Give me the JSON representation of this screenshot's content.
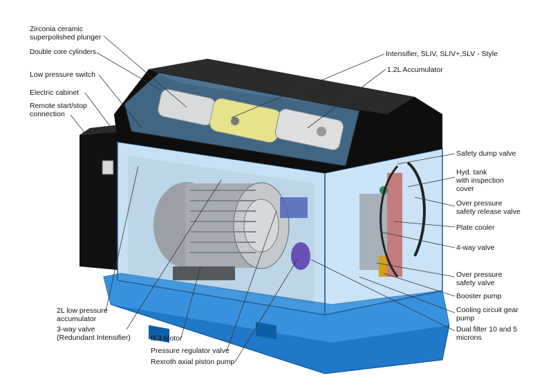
{
  "labels": {
    "zirconia": "Zirconia ceramic\nsuperpolished plunger",
    "double_core": "Double core cylinders",
    "low_pressure_switch": "Low pressure switch",
    "electric_cabinet": "Electric cabinet",
    "remote_start": "Remote start/stop\nconnection",
    "intensifier": "Intensifier, SLIV, SLIV+,SLV - Style",
    "accumulator_12": "1.2L Accumulator",
    "safety_dump": "Safety dump valve",
    "hyd_tank": "Hyd. tank\nwith inspection\ncover",
    "over_pressure_release": "Over pressure\nsafety release valve",
    "plate_cooler": "Plate cooler",
    "four_way": "4-way valve",
    "over_pressure_valve": "Over pressure\nsafety valve",
    "booster_pump": "Booster pump",
    "cooling_pump": "Cooling circuit gear\npump",
    "dual_filter": "Dual filter 10 and 5\nmicrons",
    "low_pressure_acc": "2L low pressure\naccumulator",
    "three_way": "3-way valve\n(Redundant Intensifier)",
    "ie3_motor": "IE3 Motor",
    "pressure_regulator": "Pressure regulator valve",
    "rexroth": "Rexroth axial piston pump"
  },
  "colors": {
    "frame_black": "#111111",
    "glass_blue": "#4a9ad6",
    "base_blue": "#1f78c8",
    "motor_grey": "#8e949a",
    "leader": "#333333"
  }
}
